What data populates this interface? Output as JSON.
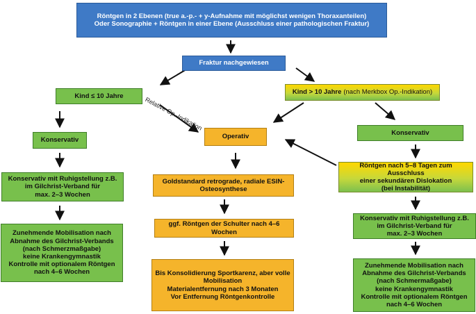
{
  "top": {
    "line1": "Röntgen in 2 Ebenen (true a.-p.- + y-Aufnahme mit möglichst wenigen Thoraxanteilen)",
    "line2": "Oder Sonographie + Röntgen in einer Ebene (Ausschluss einer pathologischen Fraktur)"
  },
  "fraktur": "Fraktur nachgewiesen",
  "left": {
    "kind": "Kind ≤ 10 Jahre",
    "konservativ": "Konservativ",
    "ruhig": [
      "Konservativ mit Ruhigstellung z.B.",
      "im Gilchrist-Verband für",
      "max. 2–3 Wochen"
    ],
    "mobil": [
      "Zunehmende Mobilisation nach",
      "Abnahme des Gilchrist-Verbands",
      "(nach Schmerzmaßgabe)",
      "keine Krankengymnastik",
      "Kontrolle mit optionalem Röntgen",
      "nach 4–6 Wochen"
    ]
  },
  "relative": "Relative Op.-Indikation",
  "center": {
    "operativ": "Operativ",
    "gold": [
      "Goldstandard retrograde, radiale ESIN-",
      "Osteosynthese"
    ],
    "schulter": "ggf. Röntgen der Schulter nach 4–6 Wochen",
    "sport": [
      "Bis Konsolidierung Sportkarenz, aber volle",
      "Mobilisation",
      "Materialentfernung nach 3 Monaten",
      "Vor Entfernung Röntgenkontrolle"
    ]
  },
  "right": {
    "kind_bold": "Kind > 10 Jahre",
    "kind_note": "(nach Merkbox Op.-Indikation)",
    "konservativ": "Konservativ",
    "roentgen": [
      "Röntgen nach 5–8 Tagen zum Ausschluss",
      "einer sekundären Dislokation",
      "(bei Instabilität)"
    ],
    "ruhig": [
      "Konservativ mit Ruhigstellung z.B.",
      "im Gilchrist-Verband für",
      "max. 2–3 Wochen"
    ],
    "mobil": [
      "Zunehmende Mobilisation nach",
      "Abnahme des Gilchrist-Verbands",
      "(nach Schmermaßgabe)",
      "keine Krankengymnastik",
      "Kontrolle mit optionalem Röntgen",
      "nach 4–6 Wochen"
    ]
  },
  "colors": {
    "blue": "#3f7ac6",
    "green": "#78c04c",
    "orange": "#f5b42b",
    "yellow": "#ffd700"
  }
}
